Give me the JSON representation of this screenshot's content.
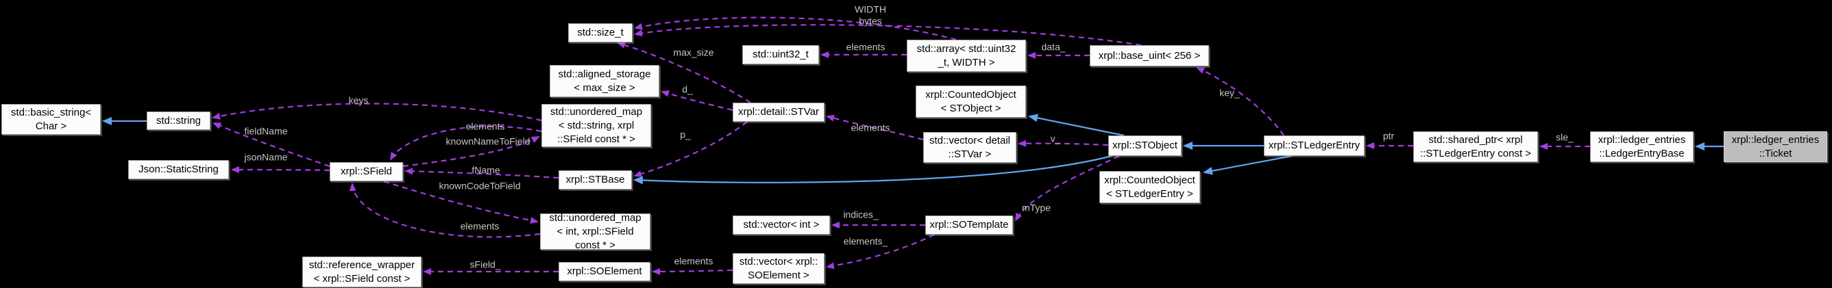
{
  "diagram": {
    "kind": "doxygen-collaboration-graph",
    "focus_node": "xrpl::ledger_entries::Ticket",
    "colors": {
      "background": "#000000",
      "dependency_edge": "#a43ce4",
      "inheritance_edge": "#63a4f0",
      "node_background": "#fcfcfc",
      "node_border": "#9e9e9e",
      "node_text": "#000000",
      "highlight_background": "#bdbdbd",
      "highlight_border": "#d6d6d6",
      "edge_label": "#c4c4c4"
    },
    "nodes": [
      {
        "id": "size_t",
        "lines": [
          "std::size_t"
        ],
        "highlight": false
      },
      {
        "id": "uint32",
        "lines": [
          "std::uint32_t"
        ],
        "highlight": false
      },
      {
        "id": "array_u32",
        "lines": [
          "std::array< std::uint32",
          "_t, WIDTH >"
        ],
        "highlight": false
      },
      {
        "id": "base_uint",
        "lines": [
          "xrpl::base_uint< 256 >"
        ],
        "highlight": false
      },
      {
        "id": "aligned",
        "lines": [
          "std::aligned_storage",
          "< max_size >"
        ],
        "highlight": false
      },
      {
        "id": "counted_sto",
        "lines": [
          "xrpl::CountedObject",
          "< STObject >"
        ],
        "highlight": false
      },
      {
        "id": "basic_string",
        "lines": [
          "std::basic_string<",
          "Char >"
        ],
        "highlight": false
      },
      {
        "id": "string",
        "lines": [
          "std::string"
        ],
        "highlight": false
      },
      {
        "id": "umap_string",
        "lines": [
          "std::unordered_map",
          "< std::string, xrpl",
          "::SField const * >"
        ],
        "highlight": false
      },
      {
        "id": "stvar",
        "lines": [
          "xrpl::detail::STVar"
        ],
        "highlight": false
      },
      {
        "id": "vector_stvar",
        "lines": [
          "std::vector< detail",
          "::STVar >"
        ],
        "highlight": false
      },
      {
        "id": "stobject",
        "lines": [
          "xrpl::STObject"
        ],
        "highlight": false
      },
      {
        "id": "stledger",
        "lines": [
          "xrpl::STLedgerEntry"
        ],
        "highlight": false
      },
      {
        "id": "shared_ptr",
        "lines": [
          "std::shared_ptr< xrpl",
          "::STLedgerEntry const >"
        ],
        "highlight": false
      },
      {
        "id": "lebase",
        "lines": [
          "xrpl::ledger_entries",
          "::LedgerEntryBase"
        ],
        "highlight": false
      },
      {
        "id": "ticket",
        "lines": [
          "xrpl::ledger_entries",
          "::Ticket"
        ],
        "highlight": true
      },
      {
        "id": "json_ss",
        "lines": [
          "Json::StaticString"
        ],
        "highlight": false
      },
      {
        "id": "sfield",
        "lines": [
          "xrpl::SField"
        ],
        "highlight": false
      },
      {
        "id": "stbase",
        "lines": [
          "xrpl::STBase"
        ],
        "highlight": false
      },
      {
        "id": "counted_stle",
        "lines": [
          "xrpl::CountedObject",
          "< STLedgerEntry >"
        ],
        "highlight": false
      },
      {
        "id": "umap_int",
        "lines": [
          "std::unordered_map",
          "< int, xrpl::SField",
          "const * >"
        ],
        "highlight": false
      },
      {
        "id": "vector_int",
        "lines": [
          "std::vector< int >"
        ],
        "highlight": false
      },
      {
        "id": "sotemplate",
        "lines": [
          "xrpl::SOTemplate"
        ],
        "highlight": false
      },
      {
        "id": "ref_wrapper",
        "lines": [
          "std::reference_wrapper",
          "< xrpl::SField const >"
        ],
        "highlight": false
      },
      {
        "id": "soelement",
        "lines": [
          "xrpl::SOElement"
        ],
        "highlight": false
      },
      {
        "id": "vector_soel",
        "lines": [
          "std::vector< xrpl::",
          "SOElement >"
        ],
        "highlight": false
      }
    ],
    "edges": [
      {
        "from": "umap_string",
        "to": "string",
        "label": "keys",
        "kind": "dependency"
      },
      {
        "from": "sfield",
        "to": "string",
        "label": "fieldName",
        "kind": "dependency"
      },
      {
        "from": "sfield",
        "to": "json_ss",
        "label": "jsonName",
        "kind": "dependency"
      },
      {
        "from": "umap_string",
        "to": "sfield",
        "label": "elements",
        "kind": "dependency"
      },
      {
        "from": "sfield",
        "to": "umap_string",
        "label": "knownNameToField",
        "kind": "dependency"
      },
      {
        "from": "stbase",
        "to": "sfield",
        "label": "fName",
        "kind": "dependency"
      },
      {
        "from": "sfield",
        "to": "umap_int",
        "label": "knownCodeToField",
        "kind": "dependency"
      },
      {
        "from": "umap_int",
        "to": "sfield",
        "label": "elements",
        "kind": "dependency"
      },
      {
        "from": "stvar",
        "to": "size_t",
        "label": "max_size",
        "kind": "dependency"
      },
      {
        "from": "stvar",
        "to": "aligned",
        "label": "d_",
        "kind": "dependency"
      },
      {
        "from": "stvar",
        "to": "stbase",
        "label": "p_",
        "kind": "dependency"
      },
      {
        "from": "vector_stvar",
        "to": "stvar",
        "label": "elements",
        "kind": "dependency"
      },
      {
        "from": "stobject",
        "to": "vector_stvar",
        "label": "v_",
        "kind": "dependency"
      },
      {
        "from": "array_u32",
        "to": "uint32",
        "label": "elements",
        "kind": "dependency"
      },
      {
        "from": "base_uint",
        "to": "array_u32",
        "label": "data_",
        "kind": "dependency"
      },
      {
        "from": "array_u32",
        "to": "size_t",
        "label": "WIDTH",
        "kind": "dependency"
      },
      {
        "from": "base_uint",
        "to": "size_t",
        "label": "bytes",
        "kind": "dependency"
      },
      {
        "from": "stledger",
        "to": "base_uint",
        "label": "key_",
        "kind": "dependency"
      },
      {
        "from": "shared_ptr",
        "to": "stledger",
        "label": "ptr",
        "kind": "dependency"
      },
      {
        "from": "lebase",
        "to": "shared_ptr",
        "label": "sle_",
        "kind": "dependency"
      },
      {
        "from": "stobject",
        "to": "sotemplate",
        "label": "mType",
        "kind": "dependency"
      },
      {
        "from": "sotemplate",
        "to": "vector_int",
        "label": "indices_",
        "kind": "dependency"
      },
      {
        "from": "sotemplate",
        "to": "vector_soel",
        "label": "elements_",
        "kind": "dependency"
      },
      {
        "from": "vector_soel",
        "to": "soelement",
        "label": "elements",
        "kind": "dependency"
      },
      {
        "from": "soelement",
        "to": "ref_wrapper",
        "label": "sField_",
        "kind": "dependency"
      },
      {
        "from": "string",
        "to": "basic_string",
        "label": "",
        "kind": "inheritance"
      },
      {
        "from": "ticket",
        "to": "lebase",
        "label": "",
        "kind": "inheritance"
      },
      {
        "from": "stledger",
        "to": "stobject",
        "label": "",
        "kind": "inheritance"
      },
      {
        "from": "stobject",
        "to": "stbase",
        "label": "",
        "kind": "inheritance"
      },
      {
        "from": "stledger",
        "to": "counted_stle",
        "label": "",
        "kind": "inheritance"
      },
      {
        "from": "stobject",
        "to": "counted_sto",
        "label": "",
        "kind": "inheritance"
      }
    ]
  }
}
